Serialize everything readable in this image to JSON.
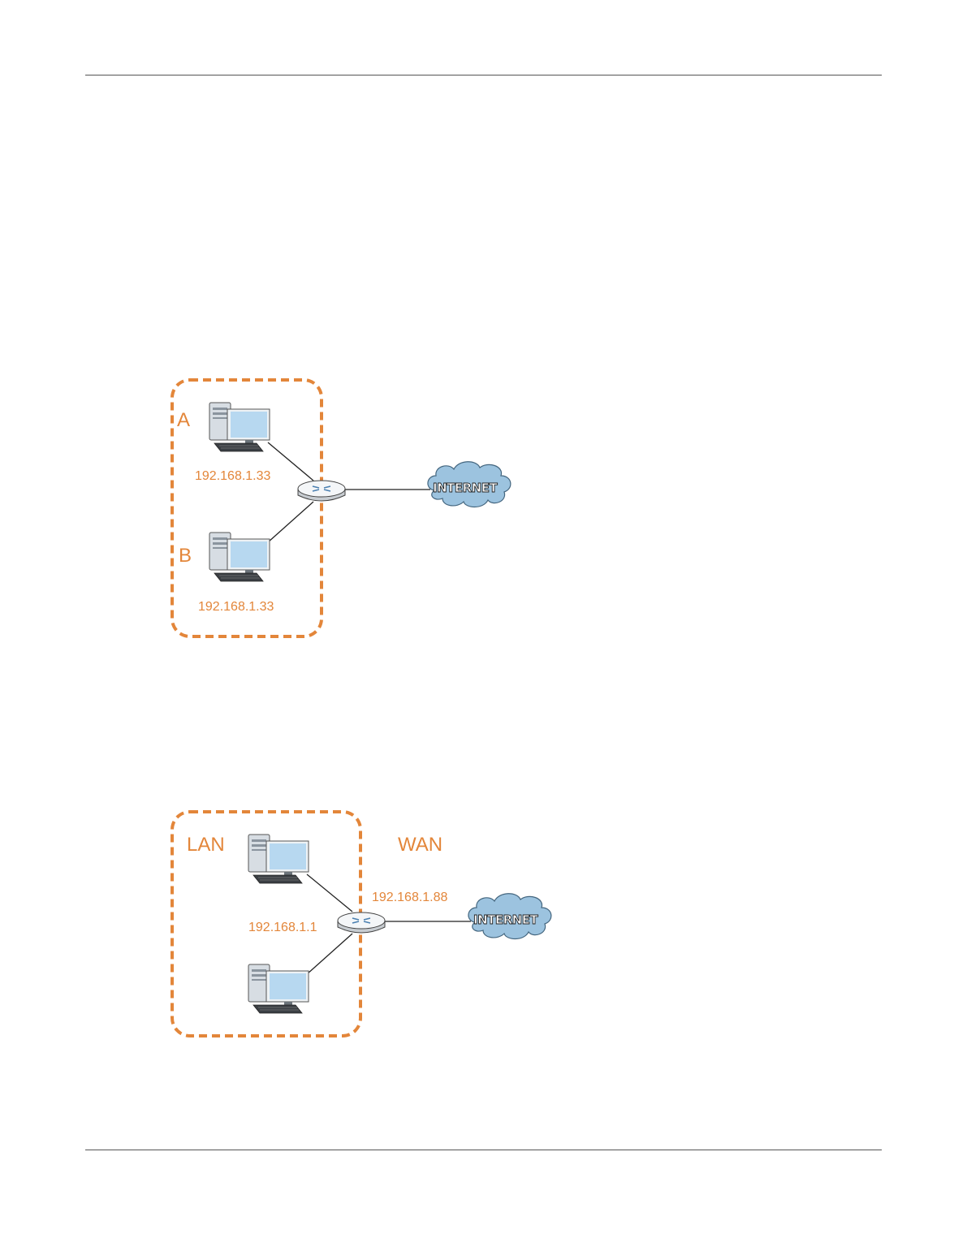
{
  "figure1": {
    "label_a": "A",
    "label_b": "B",
    "ip_a": "192.168.1.33",
    "ip_b": "192.168.1.33",
    "cloud_label": "INTERNET"
  },
  "figure2": {
    "label_lan": "LAN",
    "label_wan": "WAN",
    "ip_wan": "192.168.1.88",
    "ip_lan": "192.168.1.1",
    "cloud_label": "INTERNET"
  },
  "colors": {
    "accent": "#e3863a",
    "rule": "#555555",
    "monitor_screen": "#b7d8f0",
    "cloud_fill": "#9cc3df"
  }
}
